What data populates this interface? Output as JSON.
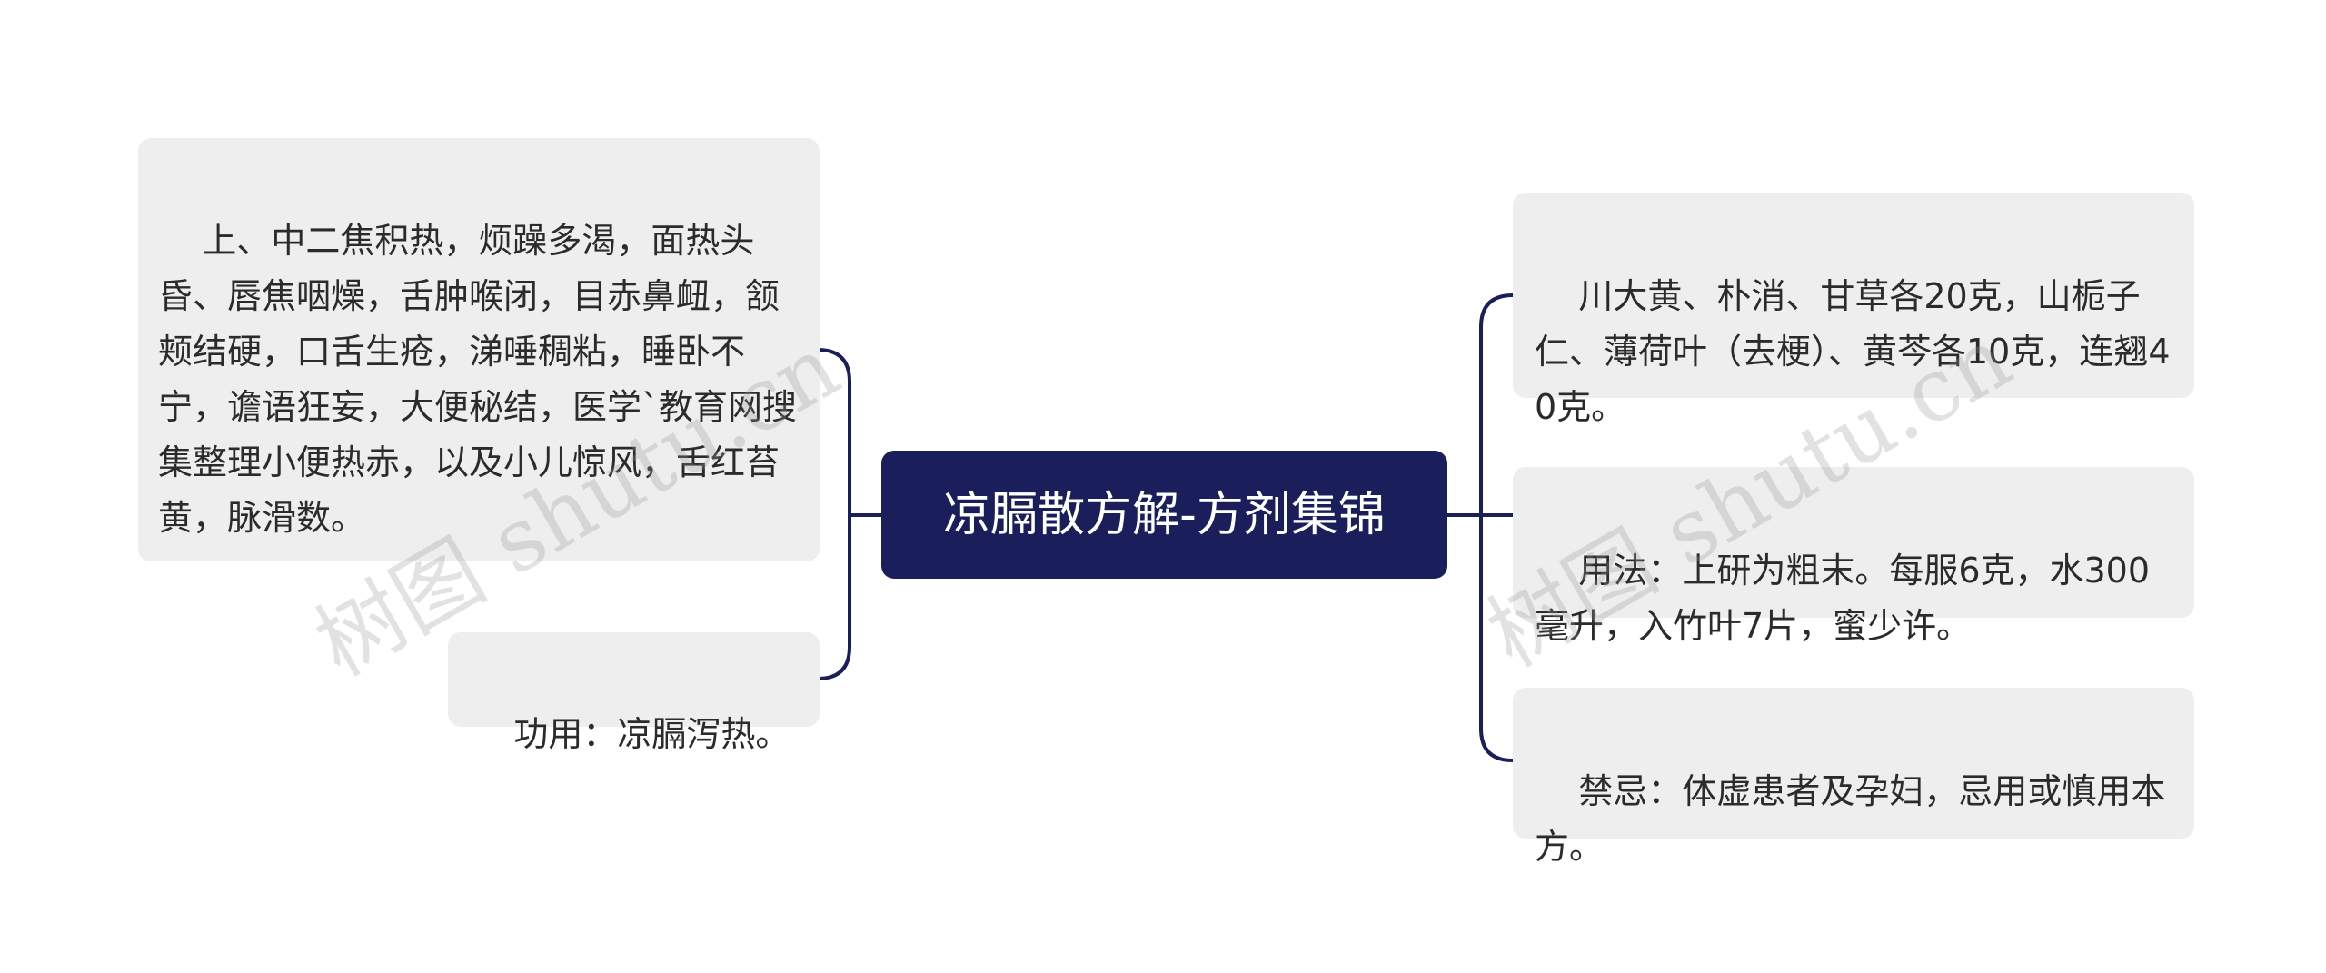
{
  "center": {
    "title": "凉膈散方解-方剂集锦"
  },
  "left_nodes": [
    {
      "text": "上、中二焦积热，烦躁多渴，面热头昏、唇焦咽燥，舌肿喉闭，目赤鼻衄，颔颊结硬，口舌生疮，涕唾稠粘，睡卧不宁，谵语狂妄，大便秘结，医学`教育网搜集整理小便热赤，以及小儿惊风，舌红苔黄，脉滑数。"
    },
    {
      "text": "功用：凉膈泻热。"
    }
  ],
  "right_nodes": [
    {
      "text": "川大黄、朴消、甘草各20克，山栀子仁、薄荷叶（去梗）、黄芩各10克，连翘40克。"
    },
    {
      "text": "用法：上研为粗末。每服6克，水300毫升，入竹叶7片，蜜少许。"
    },
    {
      "text": "禁忌：体虚患者及孕妇，忌用或慎用本方。"
    }
  ],
  "watermarks": [
    {
      "text": "树图 shutu.cn"
    },
    {
      "text": "树图 shutu.cn"
    }
  ],
  "colors": {
    "center_bg": "#1a1f5c",
    "connector": "#1a1f5c",
    "node_bg": "#eeeeee",
    "text": "#2b2b2b"
  }
}
